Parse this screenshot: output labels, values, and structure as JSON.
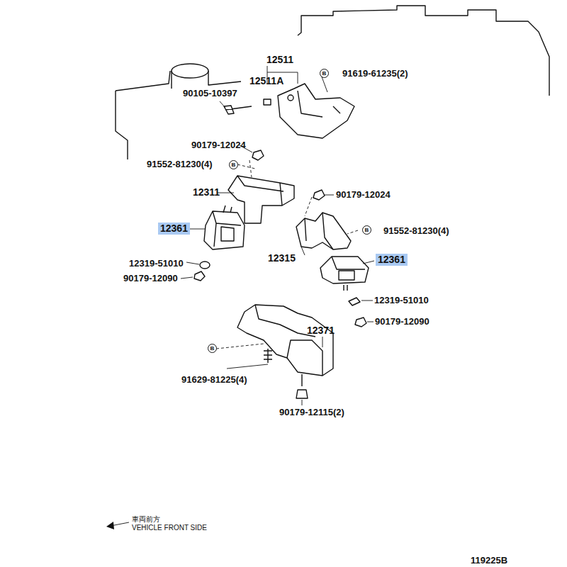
{
  "diagram": {
    "labels": [
      "12511",
      "12511A",
      "B",
      "91619-61235(2)",
      "90105-10397",
      "90179-12024",
      "91552-81230(4)",
      "B",
      "12311",
      "90179-12024",
      "12361",
      "B",
      "91552-81230(4)",
      "12315",
      "12361",
      "12319-51010",
      "90179-12090",
      "12319-51010",
      "90179-12090",
      "12371",
      "B",
      "91629-81225(4)",
      "90179-12115(2)",
      "車両前方",
      "VEHICLE FRONT SIDE",
      "119225B"
    ]
  }
}
